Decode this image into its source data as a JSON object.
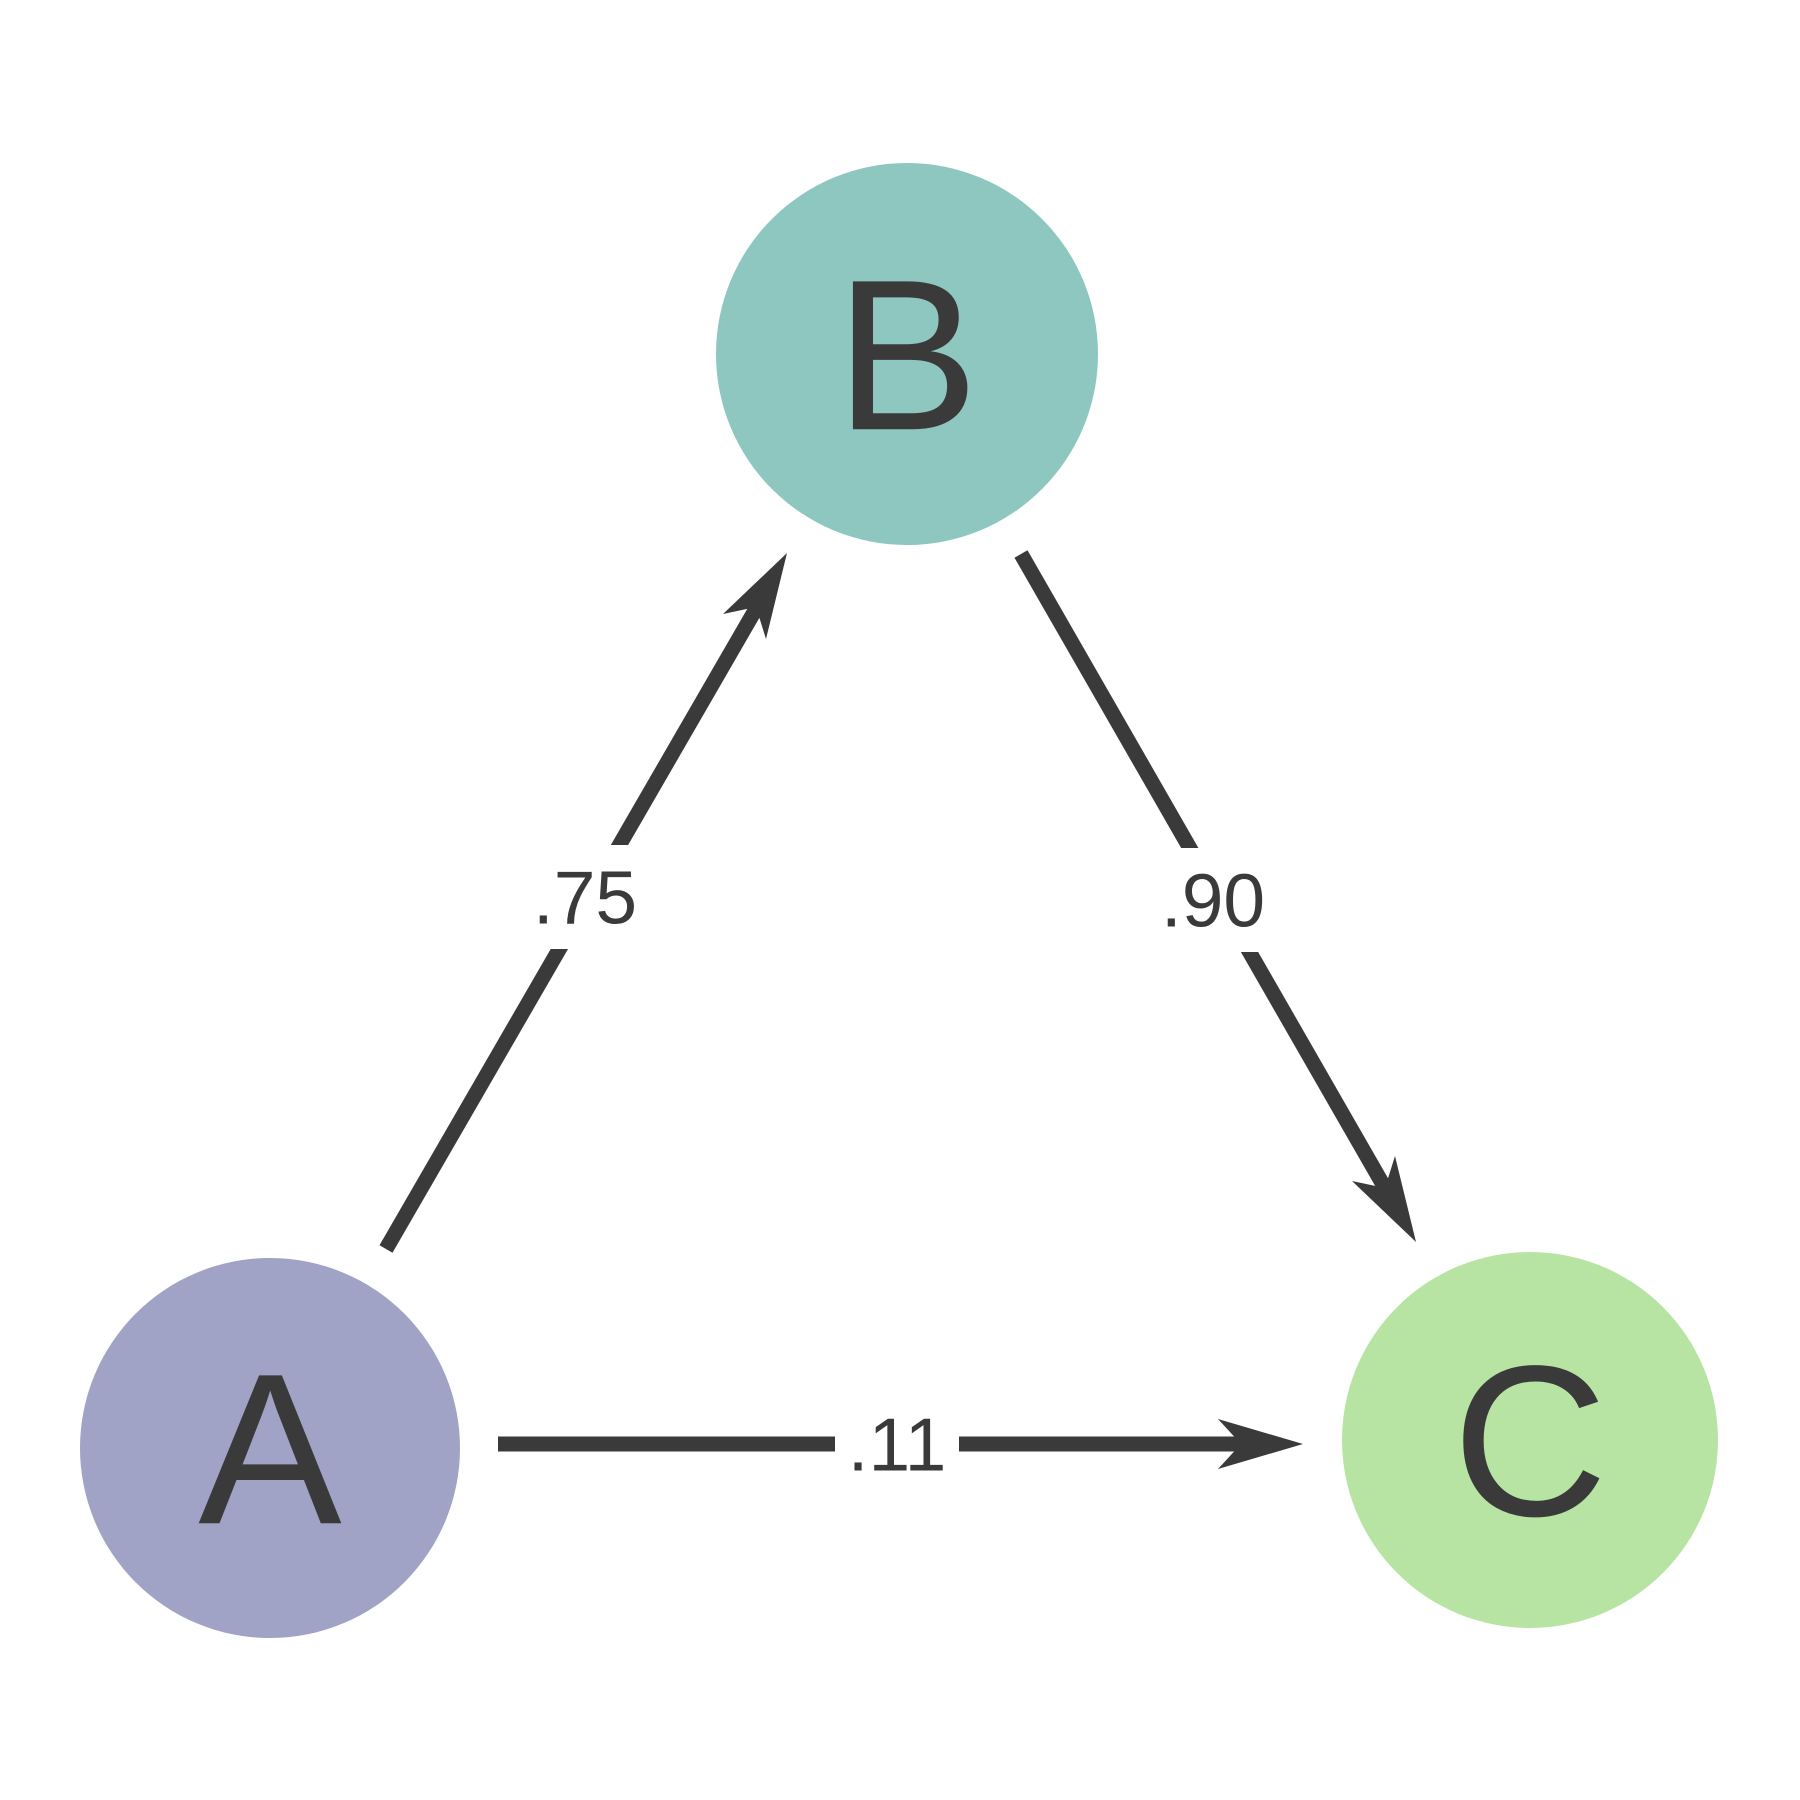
{
  "diagram": {
    "background_color": "#ffffff",
    "edge_color": "#3a3a3a",
    "text_color": "#3a3a3a",
    "nodes": [
      {
        "id": "A",
        "label": "A",
        "color": "#a0a3c5",
        "position": "bottom-left"
      },
      {
        "id": "B",
        "label": "B",
        "color": "#8ec6c0",
        "position": "top-center"
      },
      {
        "id": "C",
        "label": "C",
        "color": "#b7e4a2",
        "position": "bottom-right"
      }
    ],
    "edges": [
      {
        "from": "A",
        "to": "B",
        "label": ".75"
      },
      {
        "from": "B",
        "to": "C",
        "label": ".90"
      },
      {
        "from": "A",
        "to": "C",
        "label": ".11"
      }
    ]
  }
}
